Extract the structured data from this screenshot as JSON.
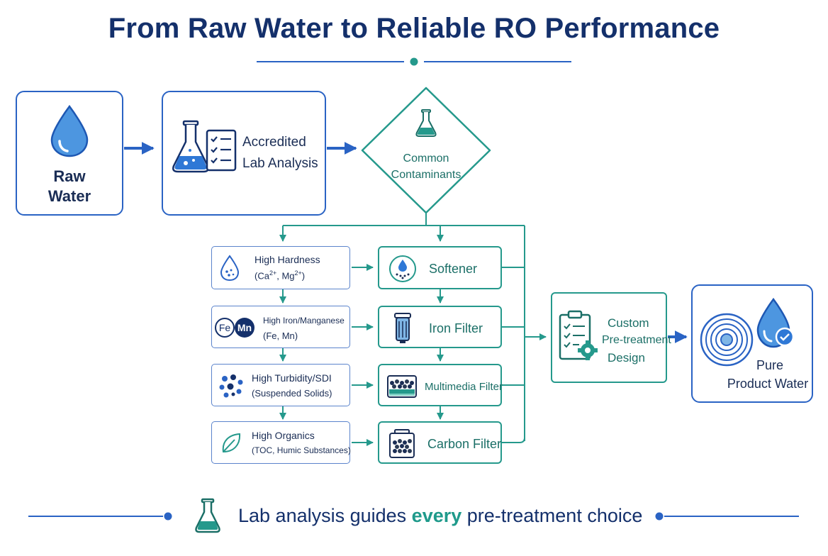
{
  "title": "From Raw Water to Reliable RO Performance",
  "nodes": {
    "raw_water": {
      "line1": "Raw",
      "line2": "Water"
    },
    "lab_analysis": {
      "line1": "Accredited",
      "line2": "Lab Analysis"
    },
    "contaminants": {
      "line1": "Common",
      "line2": "Contaminants"
    },
    "custom_design": {
      "line1": "Custom",
      "line2": "Pre-treatment",
      "line3": "Design"
    },
    "product_water": {
      "line1": "Pure",
      "line2": "Product Water"
    }
  },
  "contaminants": [
    {
      "label": "High Hardness",
      "detail_prefix": "(Ca",
      "sup1": "2+",
      "detail_mid": ", Mg",
      "sup2": "2+",
      "detail_suffix": ")"
    },
    {
      "label": "High Iron/Manganese",
      "detail": "(Fe, Mn)",
      "badge1": "Fe",
      "badge2": "Mn"
    },
    {
      "label": "High Turbidity/SDI",
      "detail": "(Suspended Solids)"
    },
    {
      "label": "High Organics",
      "detail": "(TOC, Humic Substances)"
    }
  ],
  "treatments": [
    {
      "label": "Softener"
    },
    {
      "label": "Iron Filter"
    },
    {
      "label": "Multimedia Filter"
    },
    {
      "label": "Carbon Filter"
    }
  ],
  "footer": {
    "before": "Lab analysis guides ",
    "highlight": "every",
    "after": " pre-treatment choice"
  },
  "colors": {
    "navy": "#14306b",
    "blue": "#2a63c4",
    "teal": "#25998c",
    "light_blue": "#5b84cc"
  }
}
